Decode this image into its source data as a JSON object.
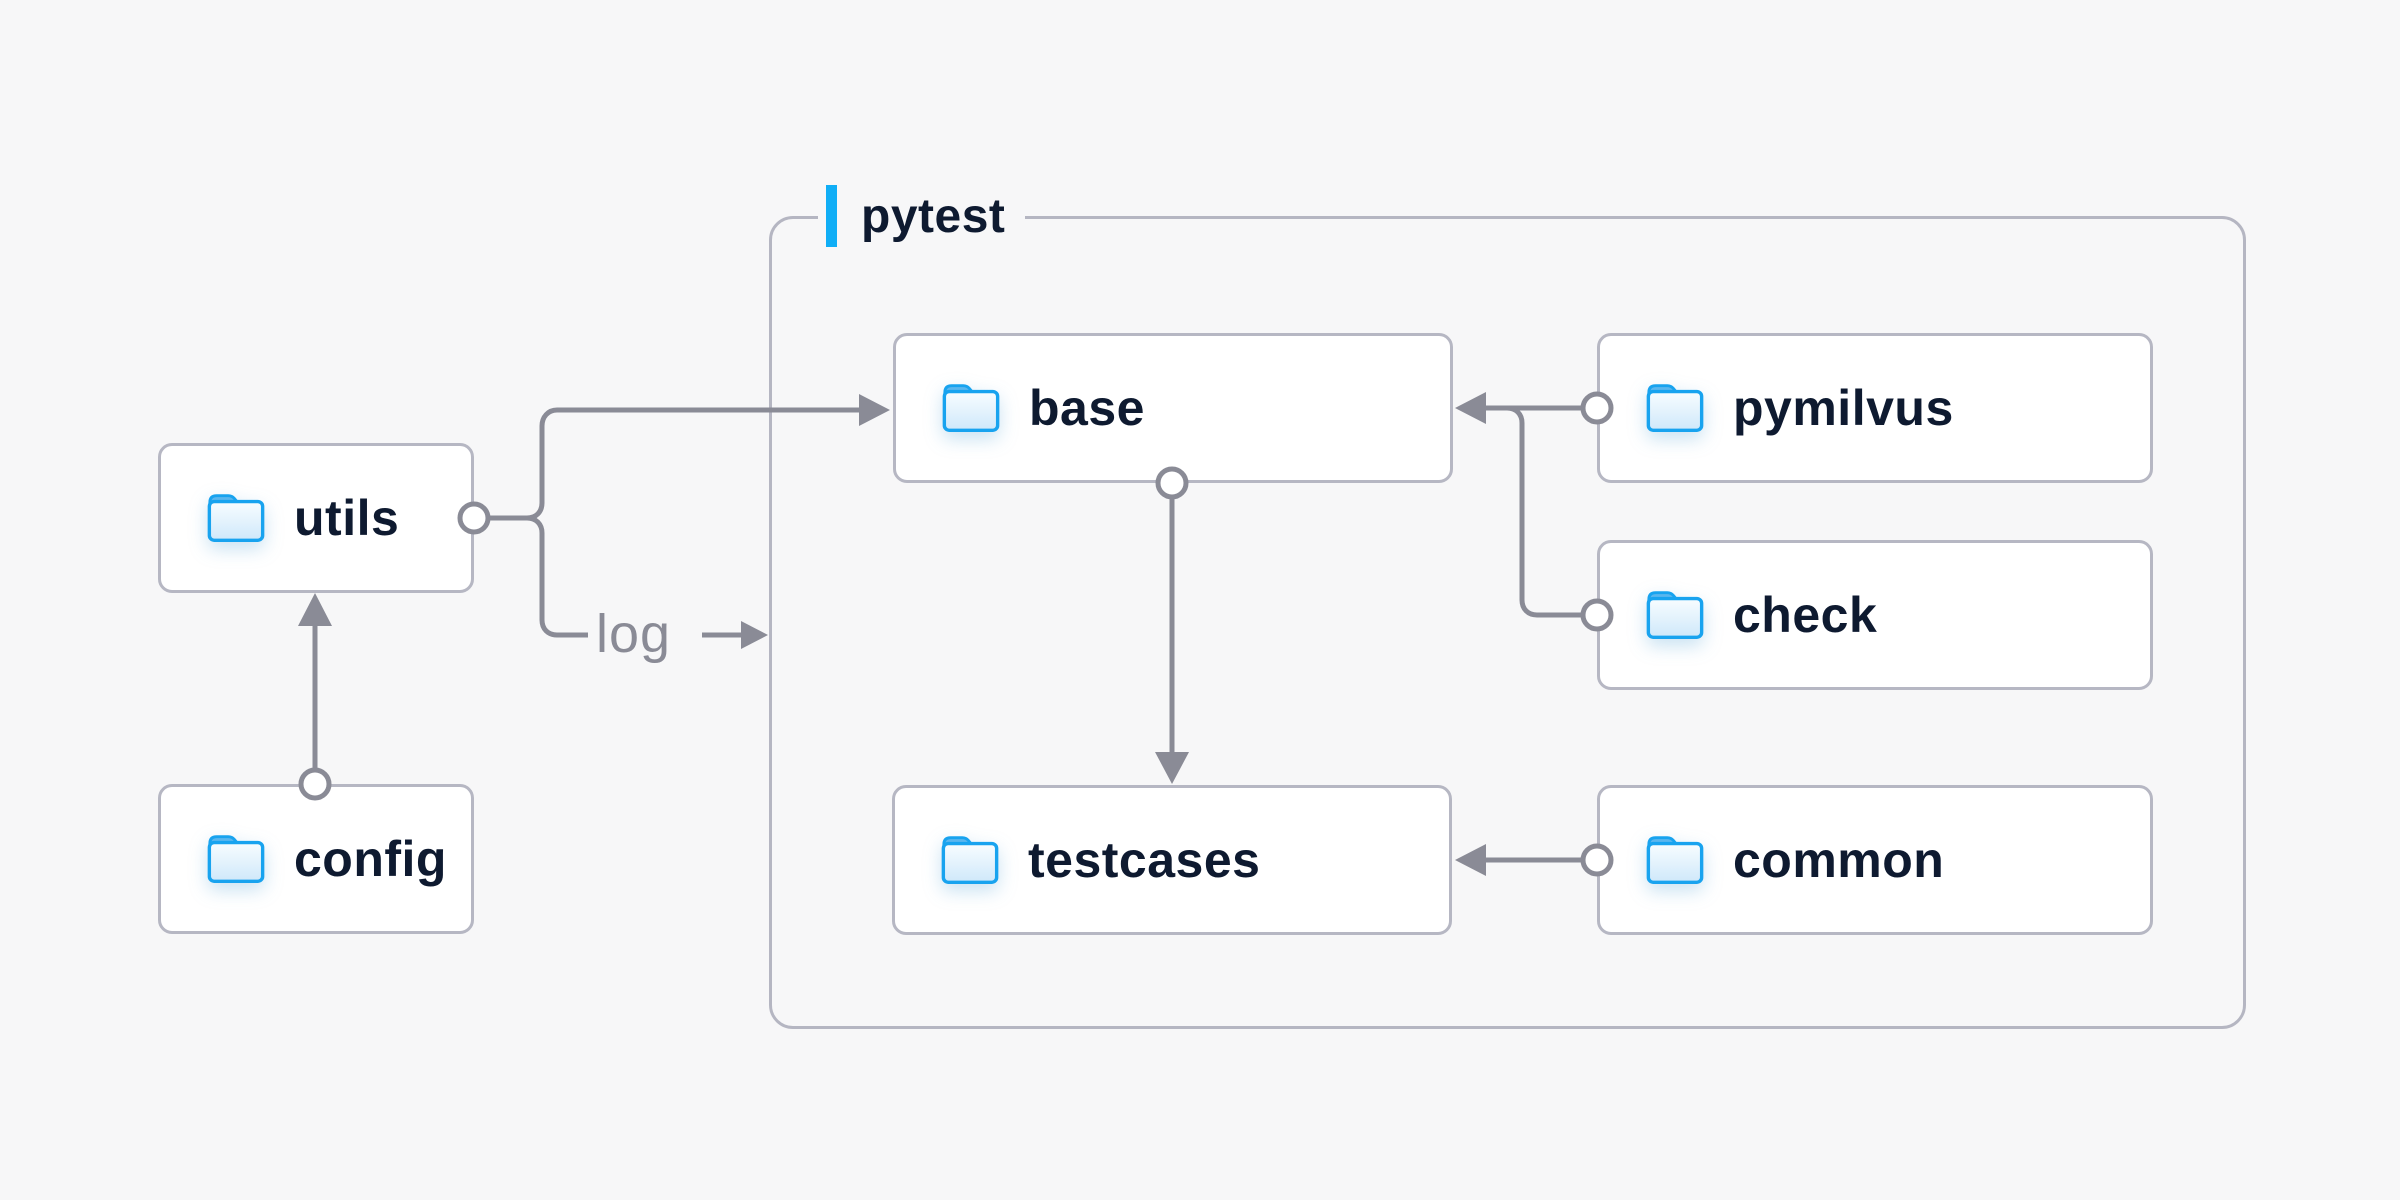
{
  "group": {
    "label": "pytest"
  },
  "nodes": [
    {
      "id": "utils",
      "label": "utils"
    },
    {
      "id": "config",
      "label": "config"
    },
    {
      "id": "base",
      "label": "base"
    },
    {
      "id": "testcases",
      "label": "testcases"
    },
    {
      "id": "pymilvus",
      "label": "pymilvus"
    },
    {
      "id": "check",
      "label": "check"
    },
    {
      "id": "common",
      "label": "common"
    }
  ],
  "edge_label": {
    "text": "log"
  },
  "edges": [
    {
      "from": "config",
      "to": "utils",
      "style": "arrow"
    },
    {
      "from": "utils",
      "to": "base",
      "style": "arrow"
    },
    {
      "from": "utils",
      "to": "log",
      "style": "labeled-arrow"
    },
    {
      "from": "base",
      "to": "testcases",
      "style": "arrow"
    },
    {
      "from": "pymilvus",
      "to": "base",
      "style": "arrow"
    },
    {
      "from": "check",
      "to": "base",
      "style": "arrow"
    },
    {
      "from": "common",
      "to": "testcases",
      "style": "arrow"
    }
  ],
  "icons": {
    "node_icon": "folder-icon"
  },
  "colors": {
    "background": "#f7f7f8",
    "node_background": "#ffffff",
    "node_border": "#b6b7c3",
    "group_border": "#b5b6c2",
    "connector": "#8a8b96",
    "label_text": "#0e1a30",
    "edge_label_text": "#8a8b96",
    "accent_bar": "#10aef6",
    "folder_blue": "#18a3ef"
  }
}
